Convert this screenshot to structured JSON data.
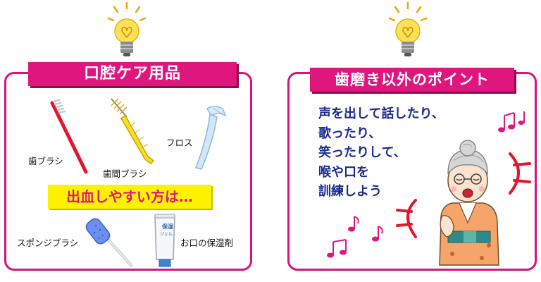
{
  "left_panel": {
    "title": "口腔ケア用品",
    "items": [
      {
        "label": "歯ブラシ",
        "icon": "toothbrush-icon"
      },
      {
        "label": "歯間ブラシ",
        "icon": "interdental-brush-icon"
      },
      {
        "label": "フロス",
        "icon": "floss-icon"
      },
      {
        "label": "スポンジブラシ",
        "icon": "sponge-brush-icon"
      },
      {
        "label": "お口の保湿剤",
        "icon": "moisturizer-tube-icon"
      }
    ],
    "highlight": "出血しやすい方は…",
    "tube_text": [
      "保",
      "湿",
      "ジェル"
    ]
  },
  "right_panel": {
    "title": "歯磨き以外のポイント",
    "lines": [
      "声を出して話したり、",
      "歌ったり、",
      "笑ったりして、",
      "喉や口を",
      "訓練しよう"
    ]
  },
  "colors": {
    "accent": "#e0167f",
    "highlight_bg": "#fff200",
    "tip_text": "#1b2b8f",
    "bulb": "#ffe25a"
  }
}
